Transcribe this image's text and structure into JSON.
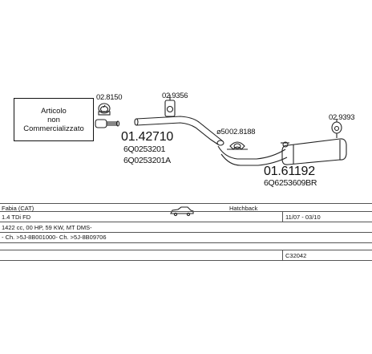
{
  "diagram": {
    "note_box": {
      "line1": "Articolo",
      "line2": "non",
      "line3": "Commercializzato"
    },
    "parts": [
      {
        "code": "02.8150"
      },
      {
        "code": "02.9356"
      },
      {
        "code": "01.42710",
        "oem1": "6Q0253201",
        "oem2": "6Q0253201A"
      },
      {
        "code": "02.8188",
        "prefix": "ø50"
      },
      {
        "code": "02.9393"
      },
      {
        "code": "01.61192",
        "oem1": "6Q6253609BR"
      }
    ]
  },
  "info": {
    "model": "Fabia (CAT)",
    "body_type": "Hatchback",
    "engine": "1.4 TDi FD",
    "years": "11/07 - 03/10",
    "engine_details": "1422 cc, 00 HP, 59 KW, MT DMS-",
    "chassis": "- Ch. >5J-8B001000- Ch. >5J-8B09706",
    "ref_code": "C32042"
  }
}
